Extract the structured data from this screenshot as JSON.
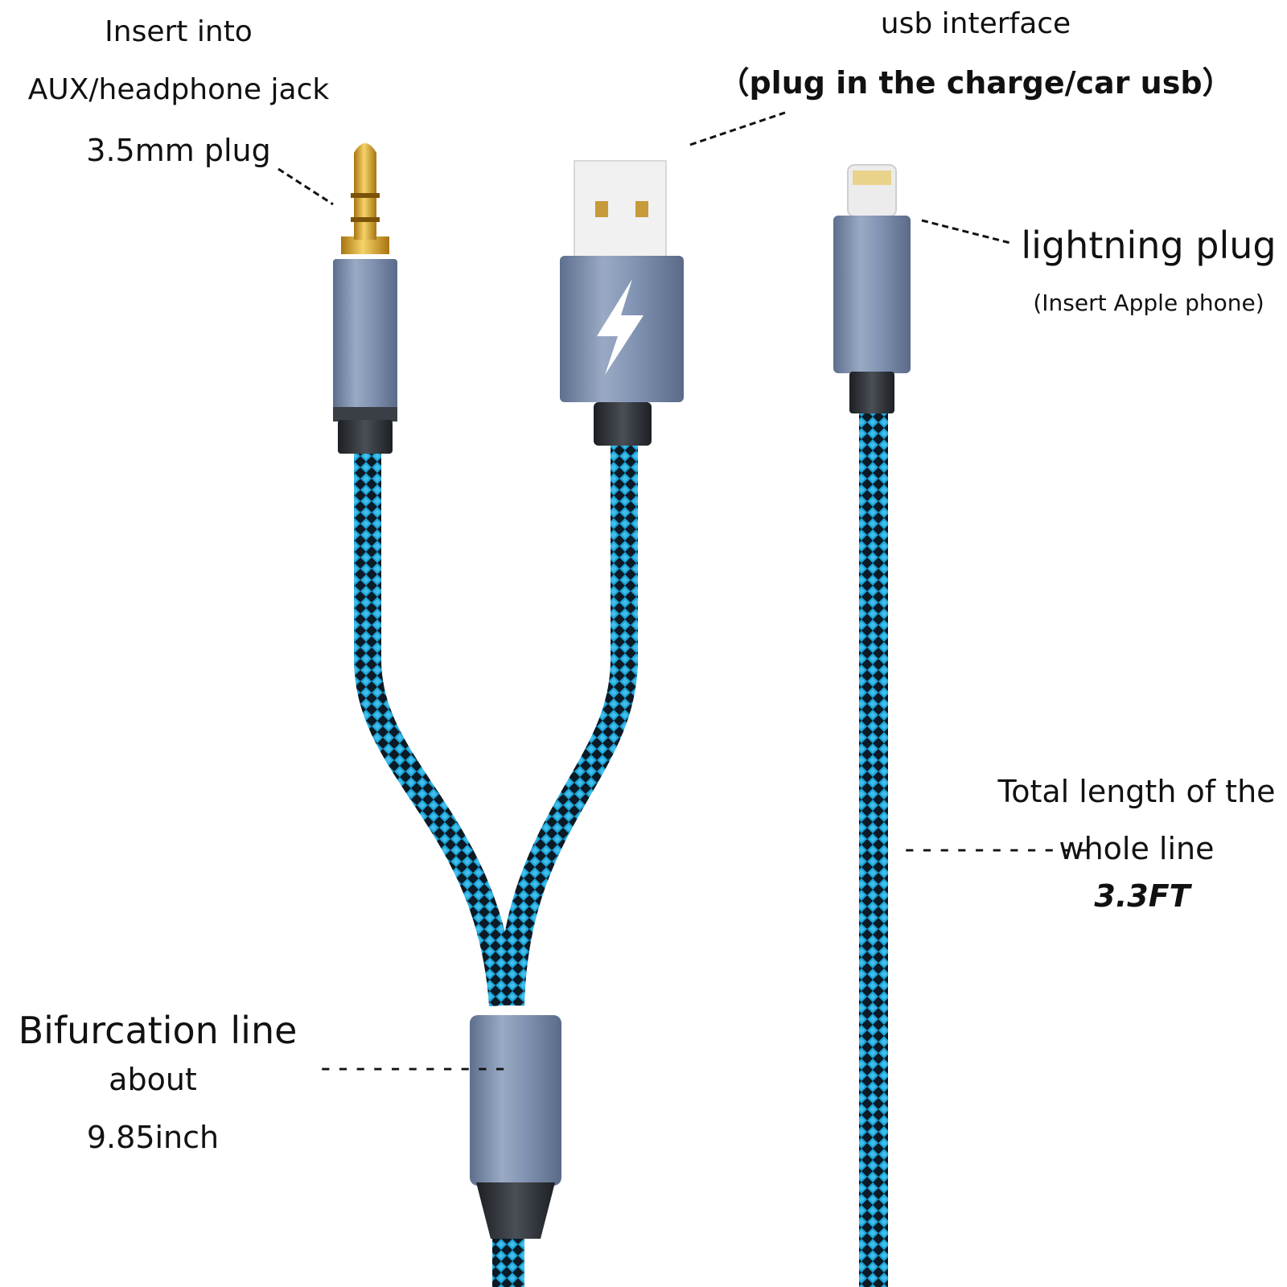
{
  "labels": {
    "insert_into": "Insert into",
    "aux_jack": "AUX/headphone jack",
    "plug_35mm": "3.5mm plug",
    "usb_interface": "usb interface",
    "usb_plug_note": "（plug in the charge/car usb）",
    "lightning_plug": "lightning plug",
    "lightning_note": "(Insert Apple phone)",
    "total_length_1": "Total length of the",
    "total_length_2": "whole line",
    "total_length_value": "3.3FT",
    "bifurcation_1": "Bifurcation line",
    "bifurcation_2": "about",
    "bifurcation_value": "9.85inch",
    "dash_total": "-----------",
    "dash_bif": "-----------"
  },
  "colors": {
    "cable_blue": "#1aa3d9",
    "cable_dark": "#0b1a24",
    "connector_metal": "#7c8fae",
    "gold": "#d4a020",
    "usb_tongue": "#f1f1f1",
    "boot": "#2a2e33"
  },
  "icons": {
    "usb_connector": "lightning-bolt-icon"
  }
}
